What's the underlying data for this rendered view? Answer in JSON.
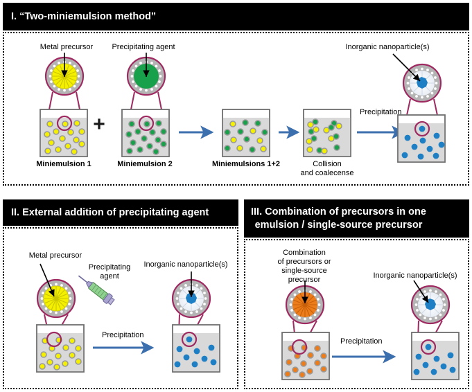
{
  "figure": {
    "colors": {
      "precursor_yellow": "#f5f000",
      "agent_green": "#18a04a",
      "combined_orange": "#ed7d1b",
      "nanoparticle_blue": "#1e7fc4",
      "droplet_ring_purple": "#9e2a61",
      "droplet_shell_gray": "#b4b4b4",
      "vial_fill_gray": "#d9d9d9",
      "vial_border_gray": "#6e6e6e",
      "arrow_blue": "#3c6fae",
      "header_bg": "#000000",
      "header_text": "#ffffff",
      "particle_ring_gray": "#9a9a9a",
      "syringe_barrel_green": "#8fd18f",
      "syringe_plunger_purple": "#a9a4cf"
    },
    "panels": [
      {
        "id": "panel-1",
        "title": "I. “Two-miniemulsion method”",
        "title_lines": [
          "I. “Two-miniemulsion method”"
        ],
        "callouts": [
          {
            "name": "metal-precursor",
            "text": "Metal precursor"
          },
          {
            "name": "precipitating-agent",
            "text": "Precipitating agent"
          },
          {
            "name": "inorganic-nanoparticles",
            "text": "Inorganic nanoparticle(s)"
          }
        ],
        "step_labels": [
          {
            "name": "miniemulsion-1",
            "text": "Miniemulsion 1",
            "bold": true
          },
          {
            "name": "miniemulsion-2",
            "text": "Miniemulsion 2",
            "bold": true
          },
          {
            "name": "miniemulsions-1-2",
            "text": "Miniemulsions 1+2",
            "bold": true
          },
          {
            "name": "collision-and-coalecense",
            "text": "Collision\nand coalecense",
            "bold": false
          }
        ],
        "process_labels": [
          {
            "name": "precipitation",
            "text": "Precipitation"
          }
        ],
        "operators": [
          {
            "name": "plus-operator",
            "text": "+"
          }
        ],
        "arrows": 3
      },
      {
        "id": "panel-2",
        "title": "II. External addition of precipitating agent",
        "title_lines": [
          "II. External addition of precipitating agent"
        ],
        "callouts": [
          {
            "name": "metal-precursor",
            "text": "Metal precursor"
          },
          {
            "name": "precipitating-agent",
            "text": "Precipitating\nagent"
          },
          {
            "name": "inorganic-nanoparticles",
            "text": "Inorganic nanoparticle(s)"
          }
        ],
        "process_labels": [
          {
            "name": "precipitation",
            "text": "Precipitation"
          }
        ],
        "arrows": 1
      },
      {
        "id": "panel-3",
        "title": "III. Combination of precursors in one emulsion / single-source precursor",
        "title_lines": [
          "III. Combination of precursors in one",
          "emulsion / single-source precursor"
        ],
        "callouts": [
          {
            "name": "combination-of-precursors",
            "text": "Combination\nof precursors or\nsingle-source\nprecursor"
          },
          {
            "name": "inorganic-nanoparticles",
            "text": "Inorganic nanoparticle(s)"
          }
        ],
        "process_labels": [
          {
            "name": "precipitation",
            "text": "Precipitation"
          }
        ],
        "arrows": 1
      }
    ]
  }
}
